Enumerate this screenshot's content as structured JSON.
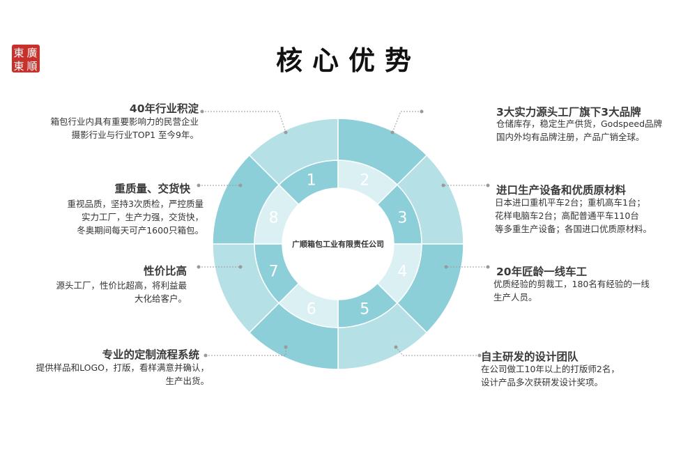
{
  "title": "核心优势",
  "seal": {
    "chars": [
      "廣",
      "東",
      "順",
      "東"
    ],
    "color": "#c8302c"
  },
  "center_label": "广顺箱包工业有限责任公司",
  "segment_numbers": [
    "1",
    "2",
    "3",
    "4",
    "5",
    "6",
    "7",
    "8"
  ],
  "colors": {
    "dark": "#8ccfd9",
    "light": "#b5e0e6",
    "pale": "#dbf0f3",
    "text": "#ffffff"
  },
  "advantages": [
    {
      "title": "40年行业积淀",
      "lines": [
        "箱包行业内具有重要影响力的民营企业",
        "摄影行业与行业TOP1 至今9年。"
      ]
    },
    {
      "title": "3大实力源头工厂旗下3大品牌",
      "lines": [
        "仓储库存，稳定生产供货，Godspeed品牌",
        "国内外均有品牌注册，产品广销全球。"
      ]
    },
    {
      "title": "重质量、交货快",
      "lines": [
        "重视品质，坚持3次质检，严控质量",
        "实力工厂，生产力强，交货快，",
        "冬奥期间每天可产1600只箱包。"
      ]
    },
    {
      "title": "进口生产设备和优质原材料",
      "lines": [
        "日本进口重机平车2台；重机高车1台；",
        "花样电脑车2台；高配普通平车110台",
        "等多重生产设备；各国进口优质原材料。"
      ]
    },
    {
      "title": "性价比高",
      "lines": [
        "源头工厂，性价比超高，将利益最",
        "大化给客户。"
      ]
    },
    {
      "title": "20年匠龄一线车工",
      "lines": [
        "优质经验的剪裁工，180名有经验的一线",
        "生产人员。"
      ]
    },
    {
      "title": "专业的定制流程系统",
      "lines": [
        "提供样品和LOGO，打版，看样满意并确认，",
        "生产出货。"
      ]
    },
    {
      "title": "自主研发的设计团队",
      "lines": [
        "在公司做工10年以上的打版师2名，",
        "设计产品多次获研发设计奖项。"
      ]
    }
  ]
}
